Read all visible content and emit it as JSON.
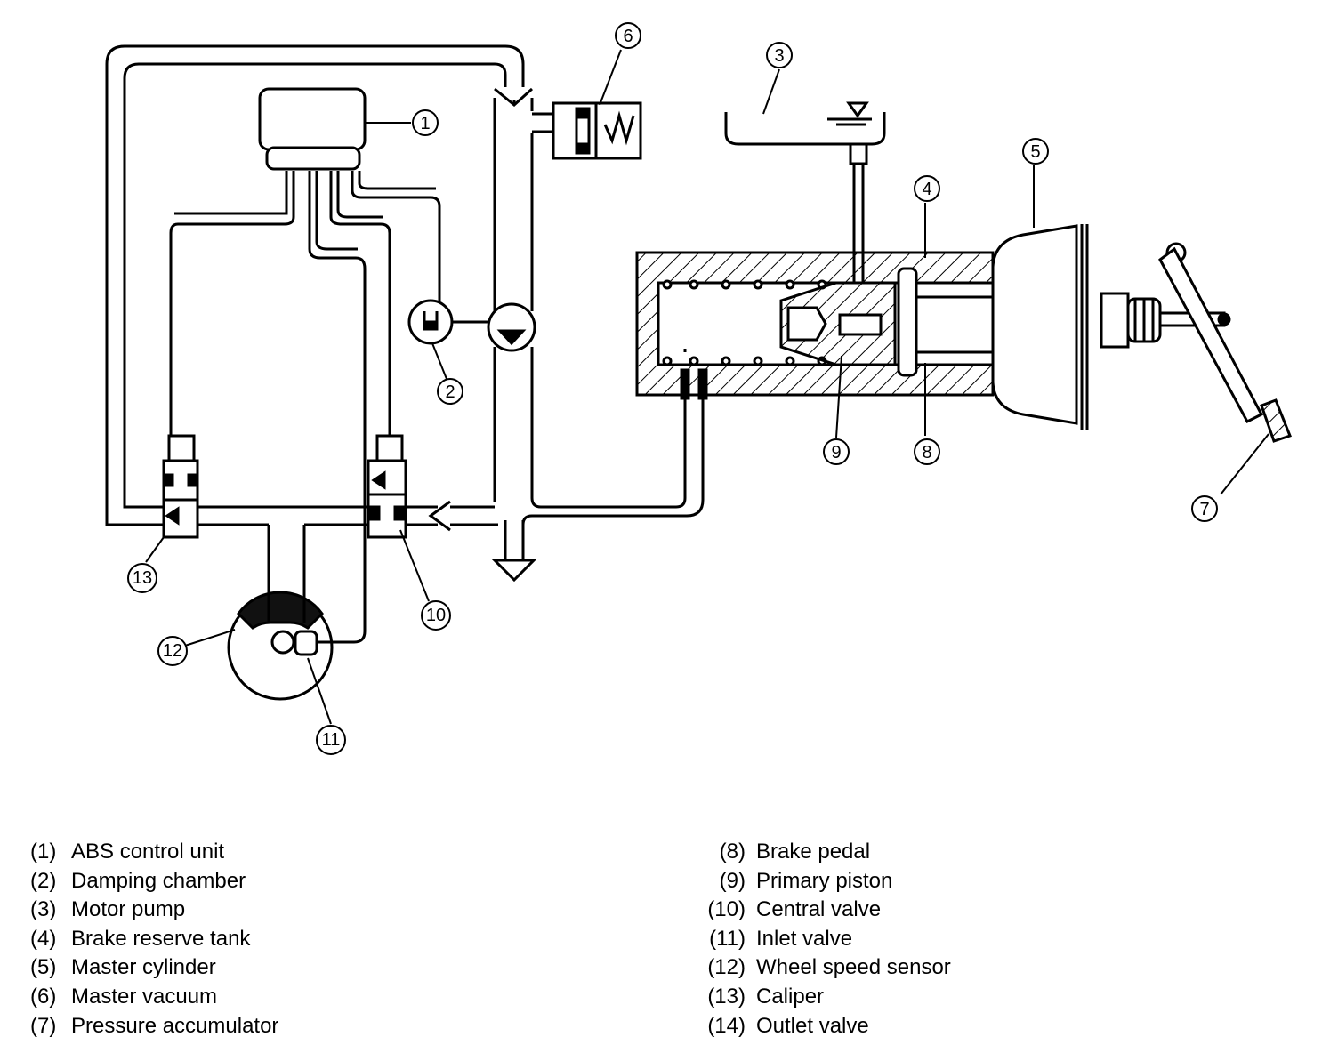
{
  "callouts": [
    "1",
    "2",
    "3",
    "4",
    "5",
    "6",
    "7",
    "8",
    "9",
    "10",
    "11",
    "12",
    "13"
  ],
  "legend_left": [
    {
      "num": "(1)",
      "label": "ABS control unit"
    },
    {
      "num": "(2)",
      "label": "Damping chamber"
    },
    {
      "num": "(3)",
      "label": "Motor pump"
    },
    {
      "num": "(4)",
      "label": "Brake reserve tank"
    },
    {
      "num": "(5)",
      "label": "Master cylinder"
    },
    {
      "num": "(6)",
      "label": "Master vacuum"
    },
    {
      "num": "(7)",
      "label": "Pressure accumulator"
    }
  ],
  "legend_right": [
    {
      "num": "(8)",
      "label": "Brake pedal"
    },
    {
      "num": "(9)",
      "label": "Primary piston"
    },
    {
      "num": "(10)",
      "label": "Central valve"
    },
    {
      "num": "(11)",
      "label": "Inlet valve"
    },
    {
      "num": "(12)",
      "label": "Wheel speed sensor"
    },
    {
      "num": "(13)",
      "label": "Caliper"
    },
    {
      "num": "(14)",
      "label": "Outlet valve"
    }
  ],
  "colors": {
    "line": "#000000",
    "fill": "#ffffff",
    "dark": "#111111"
  }
}
